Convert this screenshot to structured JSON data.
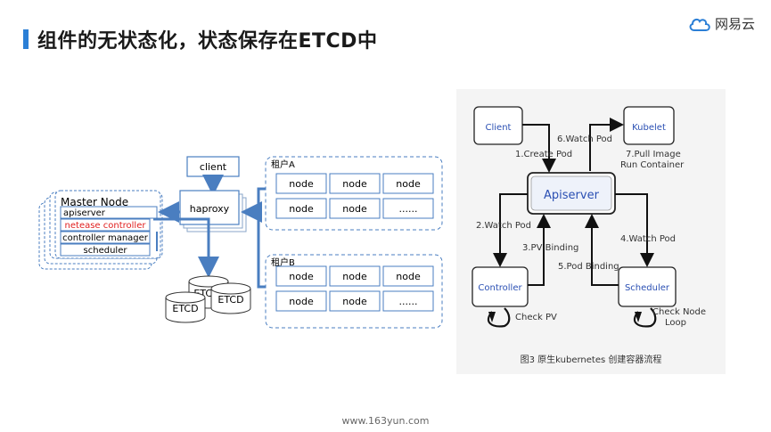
{
  "header": {
    "title": "组件的无状态化，状态保存在ETCD中"
  },
  "logo": {
    "icon": "cloud-icon",
    "text": "网易云",
    "color": "#2b7fd6"
  },
  "footer": {
    "url": "www.163yun.com"
  },
  "left_diagram": {
    "client": "client",
    "haproxy": "haproxy",
    "master_node_title": "Master Node",
    "master_components": [
      "apiserver",
      "netease controller",
      "controller manager",
      "scheduler"
    ],
    "etcd": [
      "ETCD",
      "ETCD",
      "ETCD"
    ],
    "tenant_a": {
      "label": "租户A",
      "nodes": [
        "node",
        "node",
        "node",
        "node",
        "node",
        "......"
      ]
    },
    "tenant_b": {
      "label": "租户B",
      "nodes": [
        "node",
        "node",
        "node",
        "node",
        "node",
        "......"
      ]
    }
  },
  "right_diagram": {
    "boxes": {
      "client": "Client",
      "kubelet": "Kubelet",
      "apiserver": "Apiserver",
      "controller": "Controller",
      "scheduler": "Scheduler"
    },
    "edges": {
      "create_pod": "1.Create Pod",
      "watch_pod_2": "2.Watch Pod",
      "pv_binding": "3.PV Binding",
      "watch_pod_4": "4.Watch Pod",
      "pod_binding": "5.Pod Binding",
      "watch_pod_6": "6.Watch Pod",
      "pull_image_1": "7.Pull Image",
      "pull_image_2": "Run Container",
      "check_pv": "Check PV",
      "check_node_1": "Check Node",
      "check_node_2": "Loop"
    },
    "caption": "图3 原生kubernetes 创建容器流程"
  }
}
